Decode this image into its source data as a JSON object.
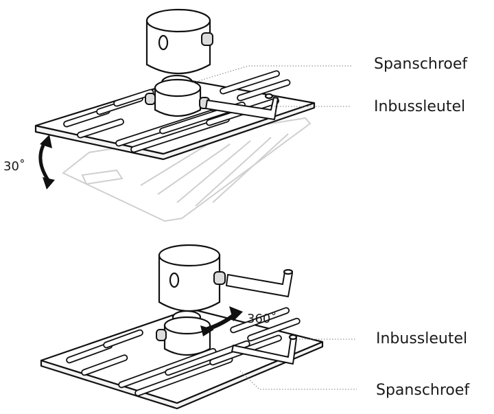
{
  "top_view": {
    "label_upper": "Spanschroef",
    "label_lower": "Inbussleutel",
    "tilt_angle": "30˚"
  },
  "bottom_view": {
    "label_upper": "Inbussleutel",
    "label_lower": "Spanschroef",
    "rotation_angle": "360˚"
  }
}
